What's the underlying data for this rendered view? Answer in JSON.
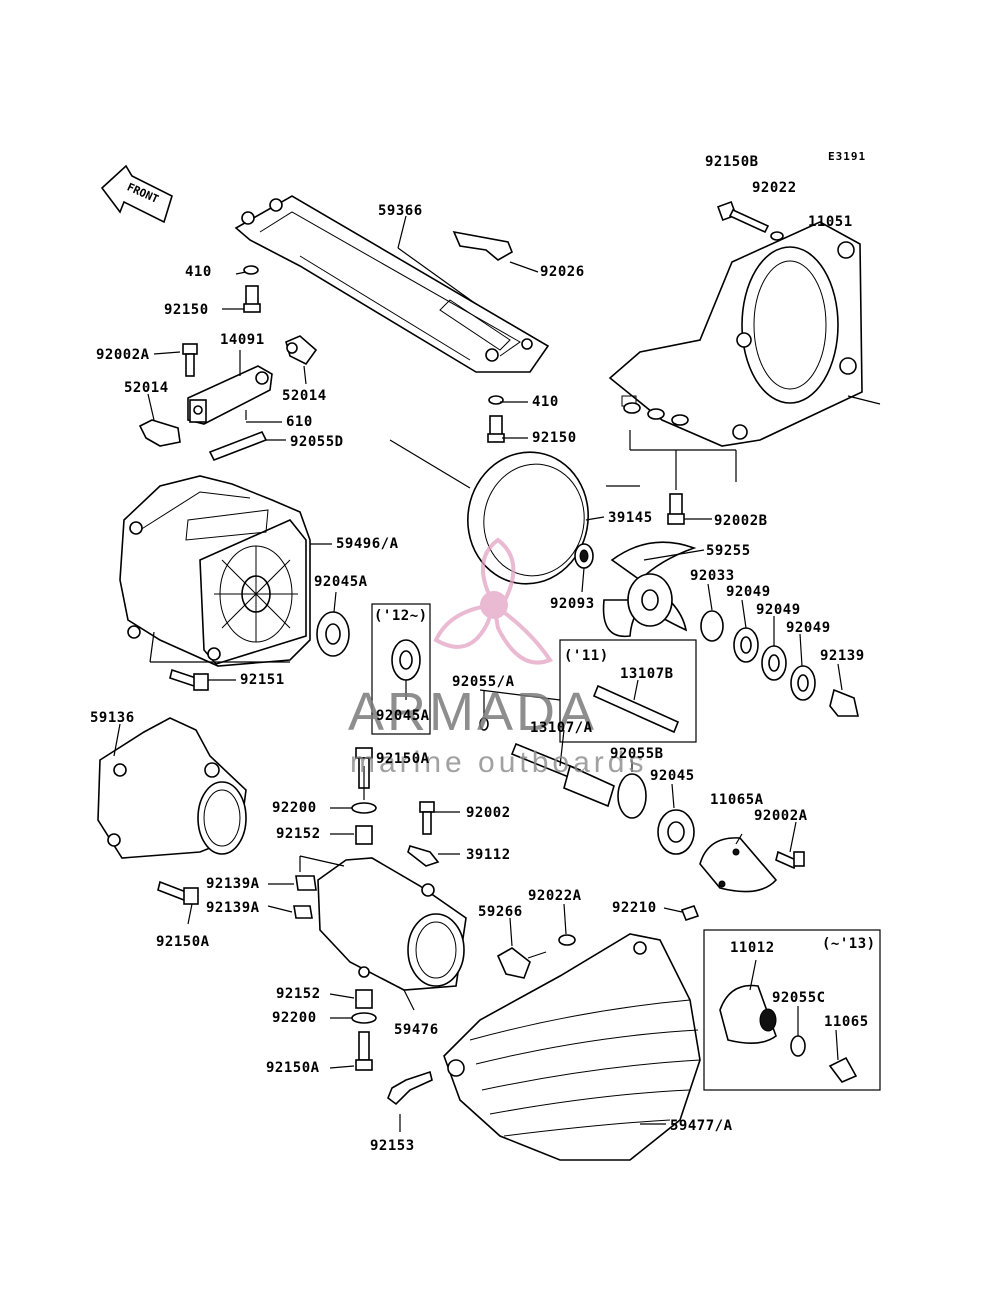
{
  "diagram": {
    "id": "E3191",
    "front_label": "FRONT"
  },
  "labels": {
    "p92150B": "92150B",
    "p92022_top": "92022",
    "p11051": "11051",
    "p59366": "59366",
    "p92026": "92026",
    "p410_a": "410",
    "p92150_a": "92150",
    "p14091": "14091",
    "p92002A_a": "92002A",
    "p52014_a": "52014",
    "p52014_b": "52014",
    "p610": "610",
    "p92055D": "92055D",
    "p410_b": "410",
    "p92150_b": "92150",
    "p39145": "39145",
    "p92002B": "92002B",
    "p59496A": "59496/A",
    "p92045A_a": "92045A",
    "p59255": "59255",
    "p92033": "92033",
    "p92093": "92093",
    "p92049_a": "92049",
    "p92049_b": "92049",
    "p92049_c": "92049",
    "p92139": "92139",
    "p12_note": "('12~)",
    "p92045A_b": "92045A",
    "p92055A": "92055/A",
    "p11_note": "('11)",
    "p13107B": "13107B",
    "p13107A": "13107/A",
    "p92151": "92151",
    "p59136": "59136",
    "p92150A_a": "92150A",
    "p92055B": "92055B",
    "p92045": "92045",
    "p92200_a": "92200",
    "p92002": "92002",
    "p11065A": "11065A",
    "p92002A_b": "92002A",
    "p92152_a": "92152",
    "p39112": "39112",
    "p92139A_a": "92139A",
    "p92139A_b": "92139A",
    "p92022A": "92022A",
    "p92210": "92210",
    "p92150A_b": "92150A",
    "p59266": "59266",
    "p11012": "11012",
    "p13_note": "(~'13)",
    "p92055C": "92055C",
    "p92152_b": "92152",
    "p92200_b": "92200",
    "p59476": "59476",
    "p11065": "11065",
    "p92150A_c": "92150A",
    "p92153": "92153",
    "p59477A": "59477/A"
  },
  "watermark": {
    "brand": "ARMADA",
    "tagline": "marine outboards",
    "color": "#e3a3c3"
  }
}
